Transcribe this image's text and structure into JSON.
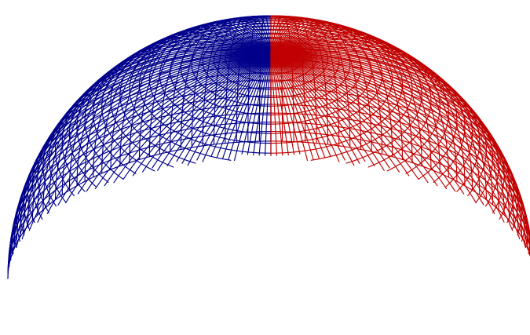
{
  "figure": {
    "kind": "wireframe-hemisphere",
    "view": "front-elevated",
    "background_color": "#ffffff"
  },
  "mesh": {
    "latitude_rings": 36,
    "meridians": 144,
    "left_half": {
      "side": "left",
      "color": "#00008B"
    },
    "right_half": {
      "side": "right",
      "color": "#C00000"
    }
  }
}
